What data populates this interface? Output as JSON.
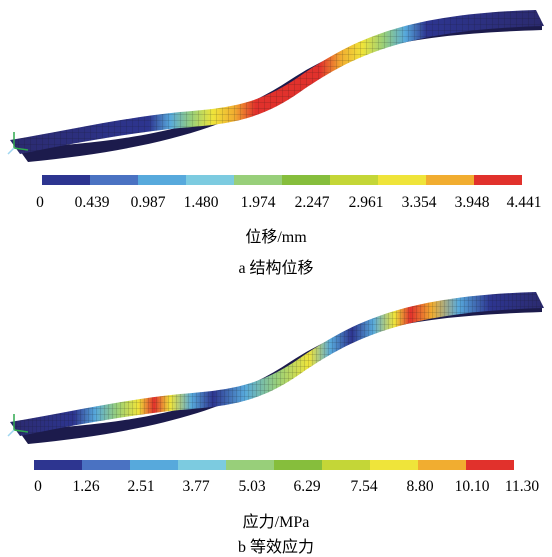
{
  "figure_a": {
    "unit_label": "位移/mm",
    "caption": "a  结构位移",
    "ticks": [
      "0",
      "0.439",
      "0.987",
      "1.480",
      "1.974",
      "2.247",
      "2.961",
      "3.354",
      "3.948",
      "4.441"
    ]
  },
  "figure_b": {
    "unit_label": "应力/MPa",
    "caption": "b  等效应力",
    "ticks": [
      "0",
      "1.26",
      "2.51",
      "3.77",
      "5.03",
      "6.29",
      "7.54",
      "8.80",
      "10.10",
      "11.30"
    ]
  },
  "colors": {
    "scale": [
      "#2d3590",
      "#4a72c2",
      "#57a9dc",
      "#7ccbe0",
      "#98cf7a",
      "#86be3c",
      "#c4d637",
      "#efe43a",
      "#f1ad30",
      "#e1312c"
    ],
    "mesh_base": "#2b2a6e",
    "triad": "#2fa84f"
  }
}
